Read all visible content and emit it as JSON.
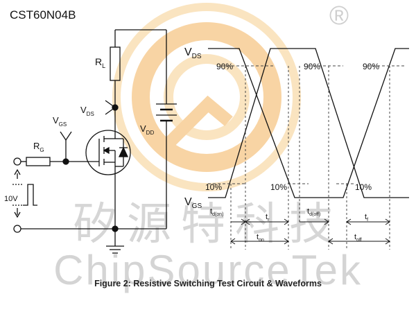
{
  "part_number": "CST60N04B",
  "caption": "Figure 2: Resistive Switching Test Circuit & Waveforms",
  "watermark": {
    "chinese": "矽源特科技",
    "latin": "ChipSourceTek",
    "registered": "®"
  },
  "circuit": {
    "rl": {
      "main": "R",
      "sub": "L"
    },
    "vds": {
      "main": "V",
      "sub": "DS"
    },
    "vgs": {
      "main": "V",
      "sub": "GS"
    },
    "rg": {
      "main": "R",
      "sub": "G"
    },
    "vdd": {
      "main": "V",
      "sub": "DD"
    },
    "pulse": "10V"
  },
  "waveform": {
    "vds": {
      "main": "V",
      "sub": "DS"
    },
    "vgs": {
      "main": "V",
      "sub": "GS"
    },
    "pct90": "90%",
    "pct10": "10%",
    "td_on": {
      "main": "t",
      "sub": "d(on)"
    },
    "tr": {
      "main": "t",
      "sub": "r"
    },
    "td_off": {
      "main": "t",
      "sub": "d(off)"
    },
    "tf": {
      "main": "t",
      "sub": "f"
    },
    "ton": {
      "main": "t",
      "sub": "on"
    },
    "toff": {
      "main": "t",
      "sub": "off"
    }
  },
  "colors": {
    "line": "#111111",
    "dash": "#444444",
    "watermark_gray": "#cfcfcf",
    "watermark_orange": "#f3b25a"
  }
}
